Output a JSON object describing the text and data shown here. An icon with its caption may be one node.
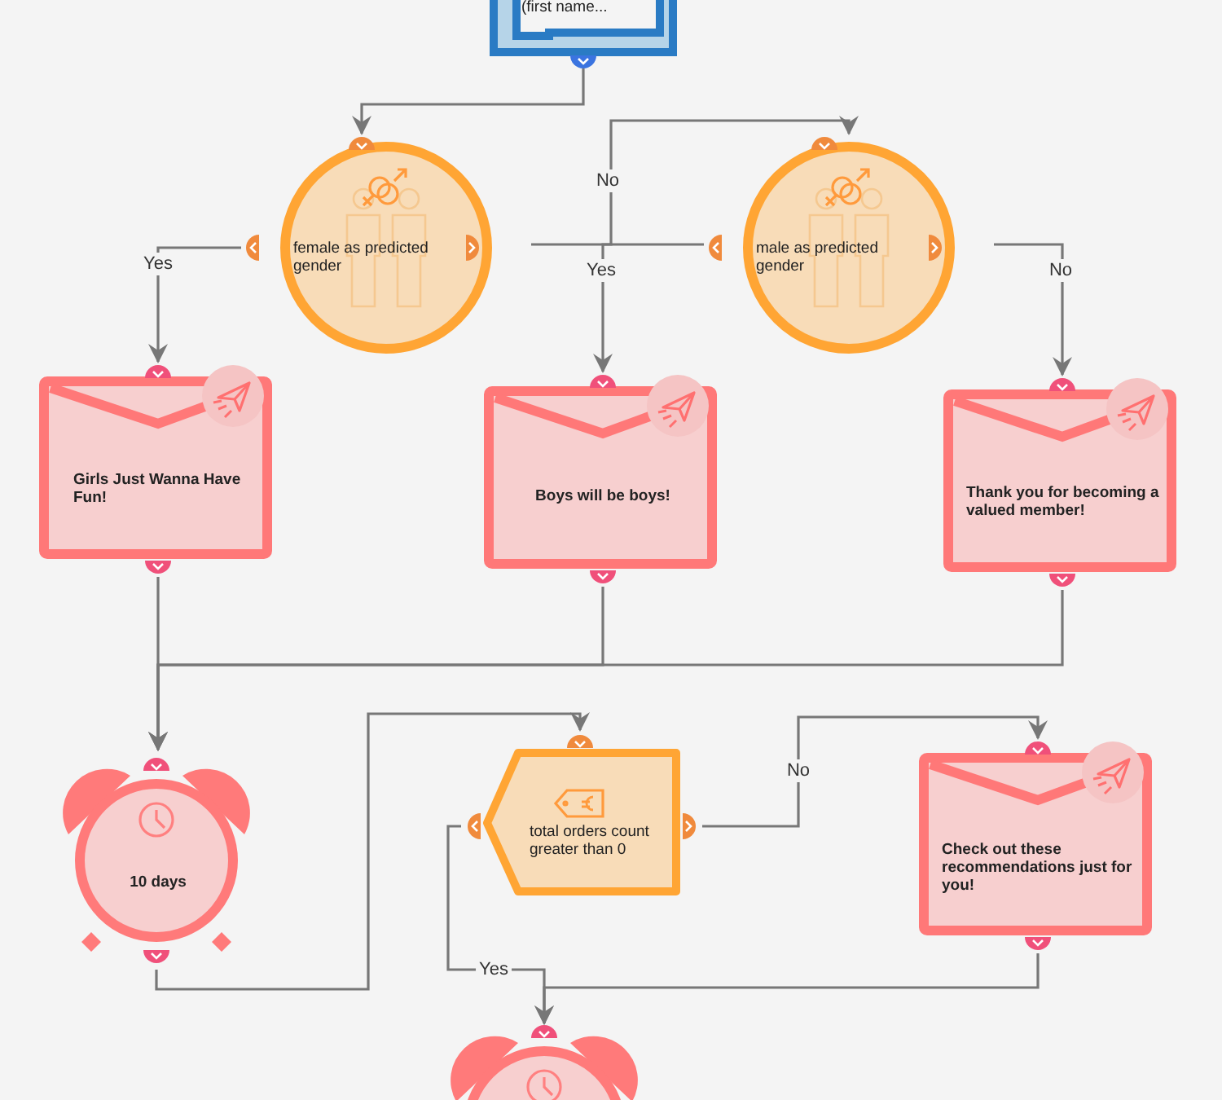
{
  "diagram": {
    "nodes": [
      {
        "text": [
          "(first name..."
        ]
      },
      {
        "text": [
          "female as predicted gender"
        ]
      },
      {
        "text": [
          "male as predicted gender"
        ]
      },
      {
        "text": [
          "Girls Just Wanna Have Fun!"
        ]
      },
      {
        "text": [
          "Boys will be boys!"
        ]
      },
      {
        "text": [
          "Thank you for becoming a valued member!"
        ]
      },
      {
        "text": [
          "10 days"
        ]
      },
      {
        "text": [
          "total orders count greater than 0"
        ]
      },
      {
        "text": [
          "Check out these recommendations just for you!"
        ]
      },
      {
        "text": [],
        "shape": "circle"
      }
    ],
    "edges": [
      {
        "from": 0,
        "to": 1,
        "arrow": "to"
      },
      {
        "from": 1,
        "to": 3,
        "arrow": "to",
        "label": "Yes"
      },
      {
        "from": 1,
        "to": 2,
        "arrow": "to",
        "label": "No"
      },
      {
        "from": 2,
        "to": 4,
        "arrow": "to",
        "label": "Yes"
      },
      {
        "from": 2,
        "to": 5,
        "arrow": "to",
        "label": "No"
      },
      {
        "from": 3,
        "to": 6,
        "arrow": "to"
      },
      {
        "from": 4,
        "to": 6,
        "arrow": "to"
      },
      {
        "from": 5,
        "to": 6,
        "arrow": "to"
      },
      {
        "from": 6,
        "to": 7,
        "arrow": "to"
      },
      {
        "from": 7,
        "to": 8,
        "arrow": "to",
        "label": "No"
      },
      {
        "from": 7,
        "to": 9,
        "arrow": "to",
        "label": "Yes"
      },
      {
        "from": 8,
        "to": 9,
        "arrow": "to"
      }
    ]
  }
}
